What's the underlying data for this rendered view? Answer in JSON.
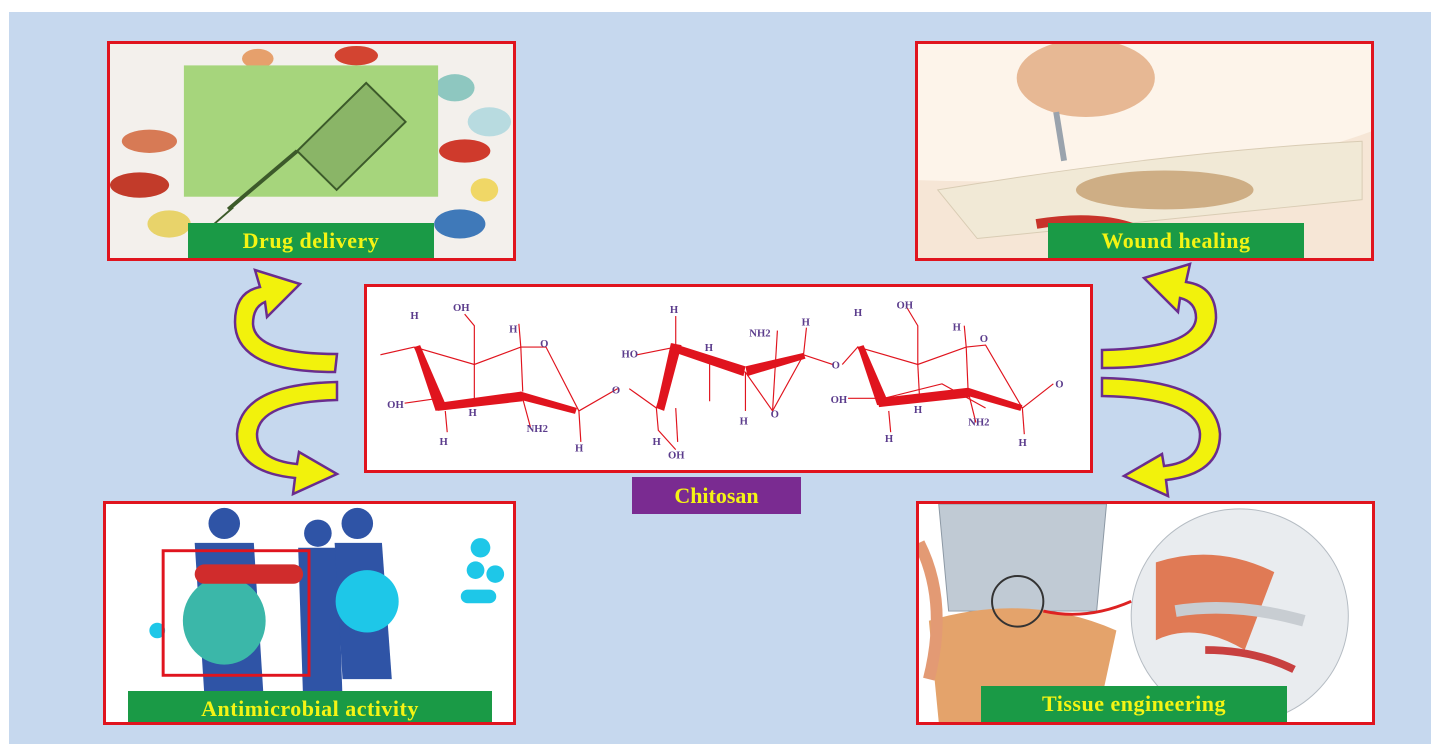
{
  "panels": {
    "drug_delivery": {
      "label": "Drug delivery"
    },
    "wound_healing": {
      "label": "Wound healing"
    },
    "antimicrobial": {
      "label": "Antimicrobial activity"
    },
    "tissue_engineering": {
      "label": "Tissue engineering"
    }
  },
  "center": {
    "label": "Chitosan"
  },
  "molecule": {
    "oh": "OH",
    "h": "H",
    "o": "O",
    "nh2": "NH2",
    "ho": "HO"
  },
  "colors": {
    "background": "#c6d8ee",
    "panel_border": "#e0141e",
    "label_bg": "#1a9a46",
    "label_text": "#f4f414",
    "center_label_bg": "#7a2b91",
    "arrow_fill": "#f2f20c",
    "arrow_stroke": "#6a2d8e",
    "bond_color": "#e0141e"
  }
}
